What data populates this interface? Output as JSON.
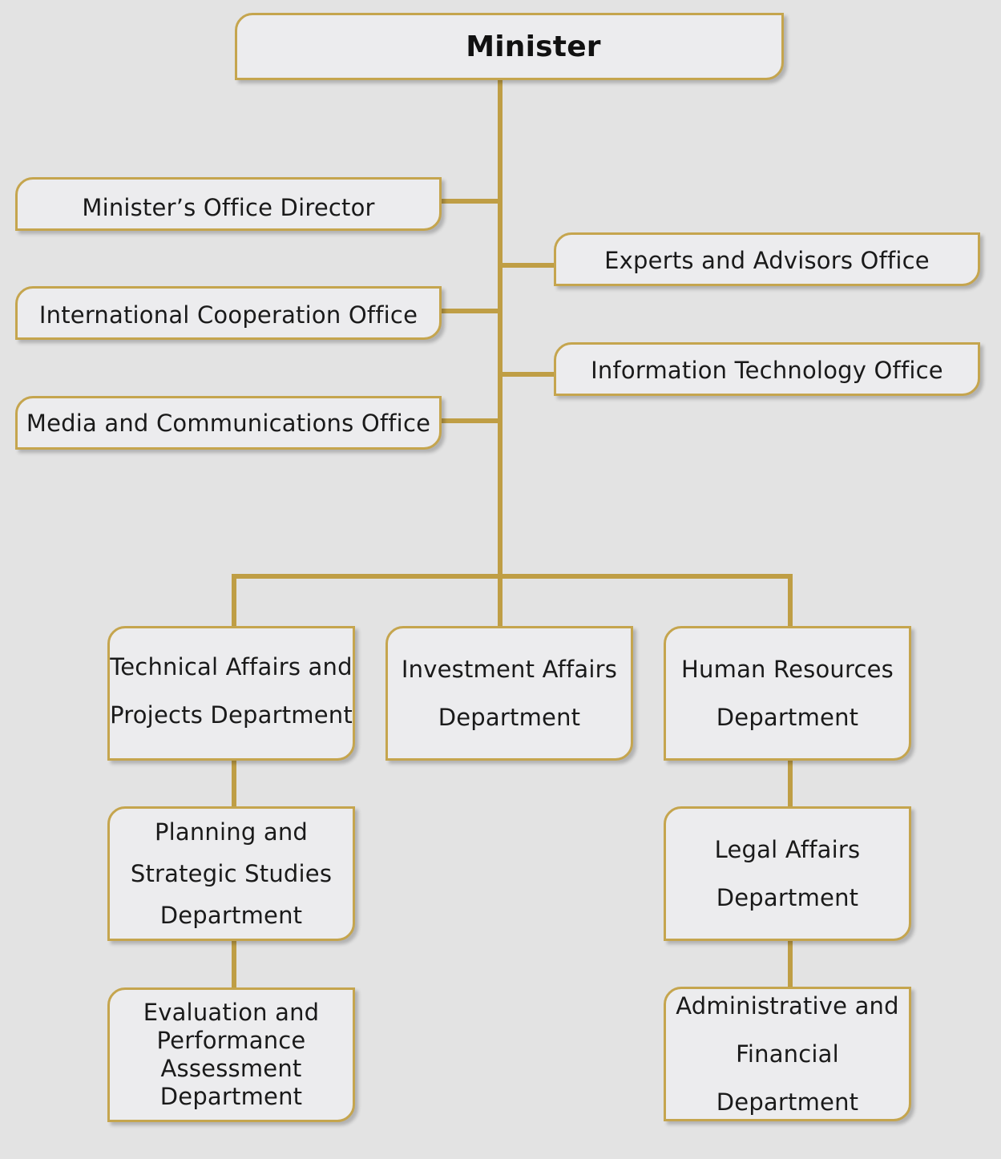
{
  "colors": {
    "background": "#e3e3e3",
    "box_fill": "#ececee",
    "box_border": "#c5a54e",
    "connector": "#bf9e45",
    "text": "#1a1a1a"
  },
  "minister": "Minister",
  "offices_left": [
    "Minister’s Office Director",
    "International Cooperation Office",
    "Media and Communications Office"
  ],
  "offices_right": [
    "Experts and Advisors Office",
    "Information Technology Office"
  ],
  "departments": {
    "left_column": [
      "Technical Affairs  and\nProjects Department",
      "Planning and\nStrategic Studies\nDepartment",
      "Evaluation and\nPerformance\nAssessment\nDepartment"
    ],
    "middle_column": [
      "Investment Affairs\nDepartment"
    ],
    "right_column": [
      "Human Resources\nDepartment",
      "Legal Affairs\nDepartment",
      "Administrative and\nFinancial Department"
    ]
  }
}
